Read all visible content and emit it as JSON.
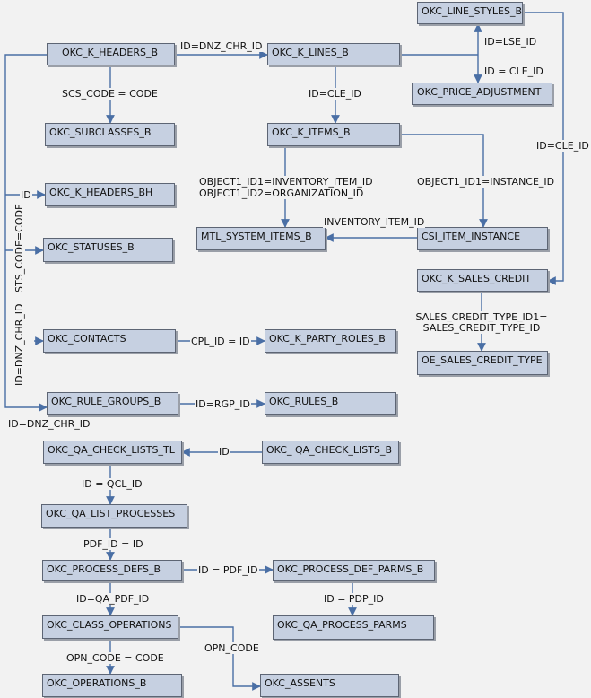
{
  "tables": {
    "line_styles": "OKC_LINE_STYLES_B",
    "k_headers": "OKC_K_HEADERS_B",
    "k_lines": "OKC_K_LINES_B",
    "price_adjustment": "OKC_PRICE_ADJUSTMENT",
    "subclasses": "OKC_SUBCLASSES_B",
    "k_items": "OKC_K_ITEMS_B",
    "k_headers_bh": "OKC_K_HEADERS_BH",
    "statuses": "OKC_STATUSES_B",
    "mtl_items": "MTL_SYSTEM_ITEMS_B",
    "csi_instance": "CSI_ITEM_INSTANCE",
    "sales_credit": "OKC_K_SALES_CREDIT",
    "contacts": "OKC_CONTACTS",
    "party_roles": "OKC_K_PARTY_ROLES_B",
    "oe_sales_credit_type": "OE_SALES_CREDIT_TYPE",
    "rule_groups": "OKC_RULE_GROUPS_B",
    "rules": "OKC_RULES_B",
    "qa_check_lists_tl": "OKC_QA_CHECK_LISTS_TL",
    "qa_check_lists_b": "OKC_ QA_CHECK_LISTS_B",
    "qa_list_processes": "OKC_QA_LIST_PROCESSES",
    "process_defs": "OKC_PROCESS_DEFS_B",
    "process_def_parms": "OKC_PROCESS_DEF_PARMS_B",
    "qa_process_parms": "OKC_QA_PROCESS_PARMS",
    "class_operations": "OKC_CLASS_OPERATIONS",
    "operations": "OKC_OPERATIONS_B",
    "assents": "OKC_ASSENTS"
  },
  "relations": {
    "dnz_chr_id": "ID=DNZ_CHR_ID",
    "lse_id": "ID=LSE_ID",
    "cle_id_spaced": "ID = CLE_ID",
    "scs_code": "SCS_CODE = CODE",
    "cle_id": "ID=CLE_ID",
    "cle_id_right": "ID=CLE_ID",
    "id": "ID",
    "object1_inventory": "OBJECT1_ID1=INVENTORY_ITEM_ID",
    "object1_org": "OBJECT1_ID2=ORGANIZATION_ID",
    "object1_instance": "OBJECT1_ID1=INSTANCE_ID",
    "inventory_item_id": "INVENTORY_ITEM_ID",
    "sts_code": "STS_CODE=CODE",
    "dnz_chr_id_vertical": "ID=DNZ_CHR_ID",
    "cpl_id": "CPL_ID = ID",
    "sales_credit_type_1": "SALES_CREDIT_TYPE_ID1=",
    "sales_credit_type_2": "SALES_CREDIT_TYPE_ID",
    "rgp_id": "ID=RGP_ID",
    "dnz_chr_id_bottom": "ID=DNZ_CHR_ID",
    "qa_id": "ID",
    "qcl_id": "ID = QCL_ID",
    "pdf_id": "PDF_ID = ID",
    "id_pdf_id": "ID = PDF_ID",
    "pdp_id": "ID = PDP_ID",
    "qa_pdf_id": "ID=QA_PDF_ID",
    "opn_code": "OPN_CODE",
    "opn_code_code": "OPN_CODE = CODE"
  }
}
